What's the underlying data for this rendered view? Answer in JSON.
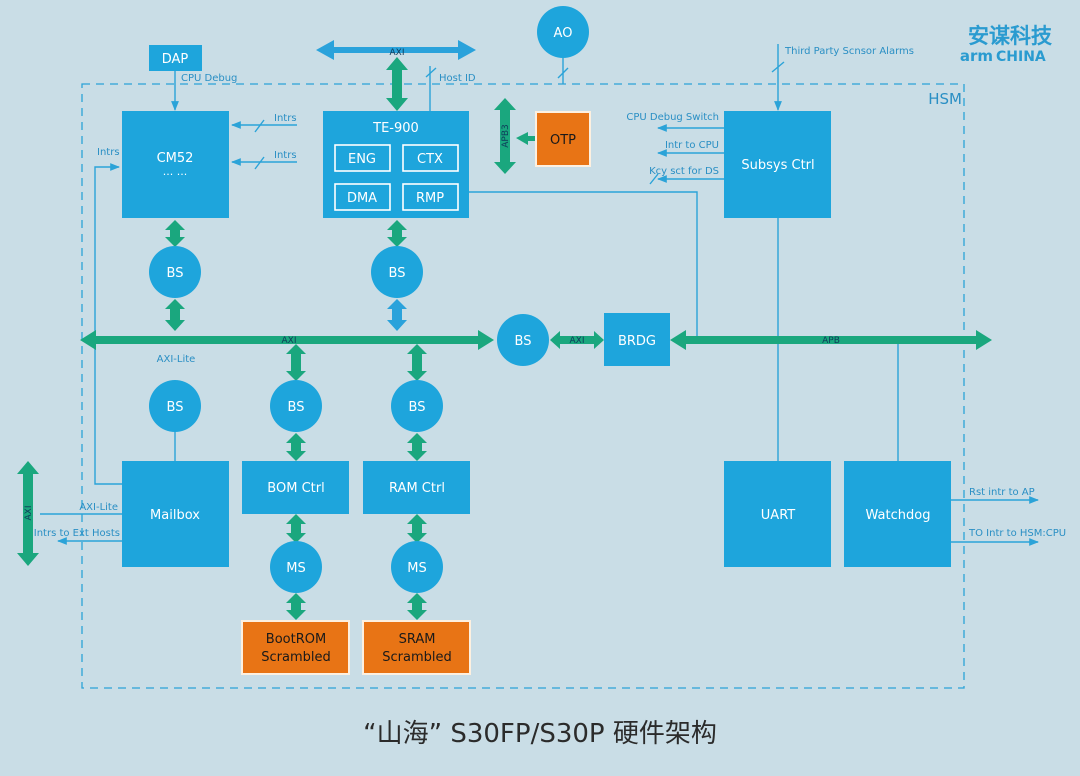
{
  "brand": {
    "cn": "安谋科技",
    "en_arm": "arm",
    "en_china": "CHINA"
  },
  "boundary_label": "HSM",
  "caption": "“山海” S30FP/S30P 硬件架构",
  "blocks": {
    "dap": "DAP",
    "cm52": "CM52",
    "cm52_dots": "··· ···",
    "te900": "TE-900",
    "eng": "ENG",
    "ctx": "CTX",
    "dma": "DMA",
    "rmp": "RMP",
    "otp": "OTP",
    "ao": "AO",
    "subsys": "Subsys Ctrl",
    "brdg": "BRDG",
    "mailbox": "Mailbox",
    "bom": "BOM Ctrl",
    "ram": "RAM Ctrl",
    "bootrom_1": "BootROM",
    "bootrom_2": "Scrambled",
    "sram_1": "SRAM",
    "sram_2": "Scrambled",
    "uart": "UART",
    "watchdog": "Watchdog",
    "bs": "BS",
    "ms": "MS"
  },
  "labels": {
    "cpu_debug": "CPU Debug",
    "host_id": "Host ID",
    "intrs": "Intrs",
    "third_party": "Third Party Scnsor Alarms",
    "cpu_debug_switch": "CPU Debug Switch",
    "intr_to_cpu": "Intr to CPU",
    "key_sct": "Kcy sct for DS",
    "axi": "AXI",
    "axi_lite": "AXI-Lite",
    "apb": "APB",
    "apb3": "APB3",
    "intrs_ext": "Intrs to Ext Hosts",
    "rst_intr": "Rst intr to AP",
    "to_intr": "TO Intr to HSM:CPU"
  },
  "colors": {
    "background": "#c9dde6",
    "block": "#1ea5dc",
    "bus_green": "#1aa77e",
    "orange": "#e87415",
    "link": "#2ba3d8",
    "brand": "#2a9bd0"
  }
}
